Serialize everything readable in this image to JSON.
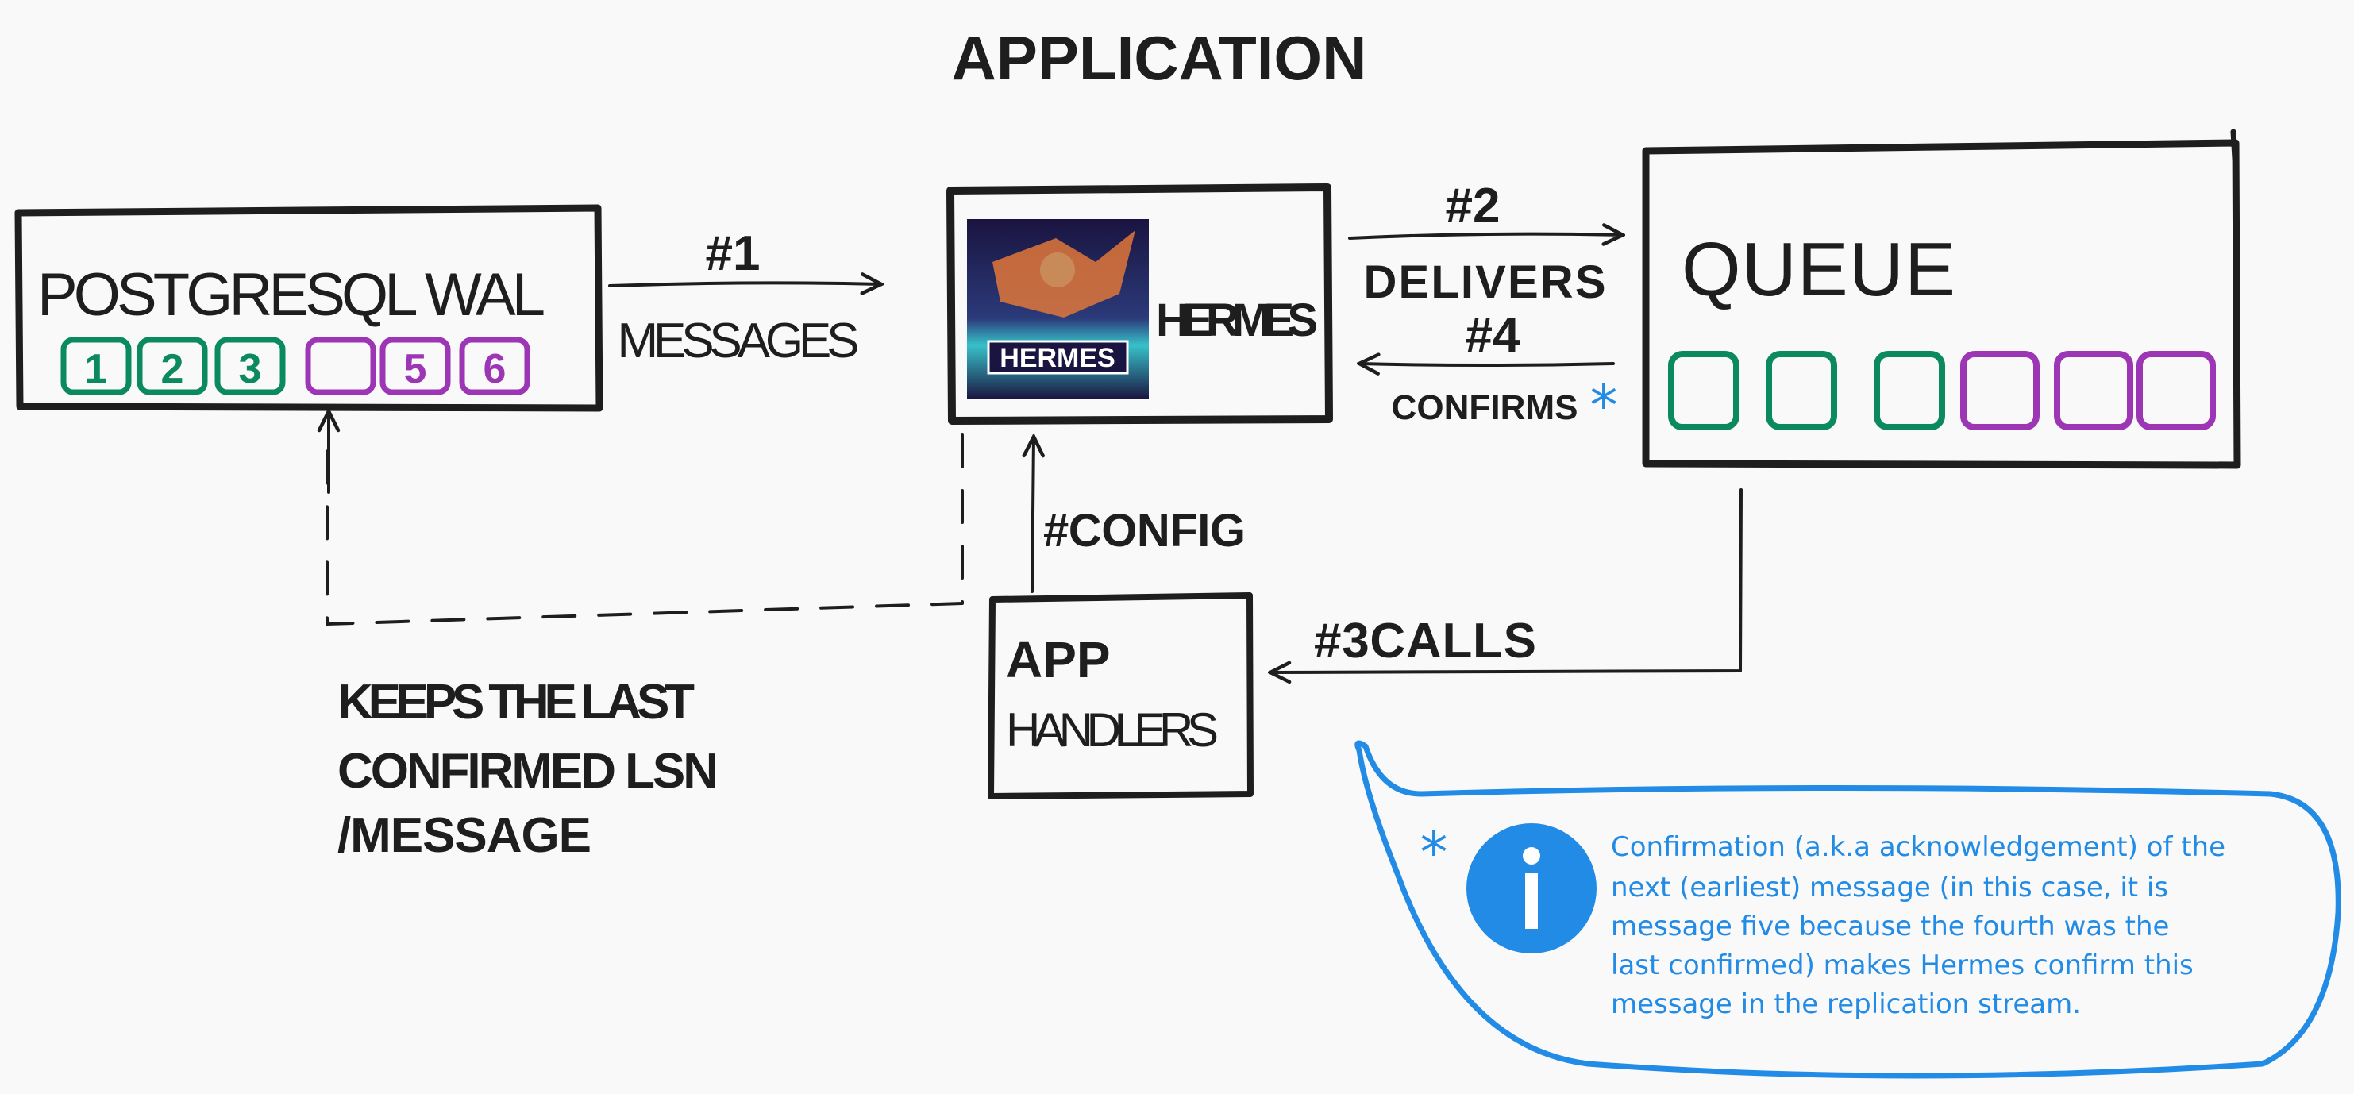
{
  "title": "APPLICATION",
  "wal": {
    "label": "POSTGRESQL WAL",
    "messages": [
      {
        "label": "1",
        "status": "confirmed"
      },
      {
        "label": "2",
        "status": "confirmed"
      },
      {
        "label": "3",
        "status": "confirmed"
      },
      {
        "label": "",
        "status": "pending"
      },
      {
        "label": "5",
        "status": "pending"
      },
      {
        "label": "6",
        "status": "pending"
      }
    ]
  },
  "hermes": {
    "label": "HERMES",
    "logo_text": "HERMES"
  },
  "queue": {
    "label": "QUEUE",
    "slots": [
      "confirmed",
      "confirmed",
      "confirmed",
      "pending",
      "pending",
      "pending"
    ]
  },
  "app_handlers": {
    "line1": "APP",
    "line2": "HANDLERS"
  },
  "arrows": {
    "step1": {
      "number": "#1",
      "label": "MESSAGES"
    },
    "step2": {
      "number": "#2",
      "label": "DELIVERS"
    },
    "step3": {
      "label": "#3CALLS"
    },
    "step4": {
      "number": "#4",
      "label": "CONFIRMS",
      "marker": "*"
    },
    "config": {
      "label": "#CONFIG"
    }
  },
  "lsn_note": {
    "lines": [
      "KEEPS THE LAST",
      "CONFIRMED LSN",
      "/MESSAGE"
    ]
  },
  "info_note": {
    "marker": "*",
    "icon": "info-icon",
    "lines": [
      "Confirmation (a.k.a acknowledgement) of the",
      "next (earliest) message (in this case, it is",
      "message five because the fourth was the",
      "last confirmed) makes Hermes confirm this",
      "message in the replication stream."
    ]
  },
  "colors": {
    "background": "#f9f9f9",
    "ink": "#1e1e1e",
    "confirmed": "#0c8a5f",
    "pending": "#9c36b5",
    "note": "#228be6"
  }
}
